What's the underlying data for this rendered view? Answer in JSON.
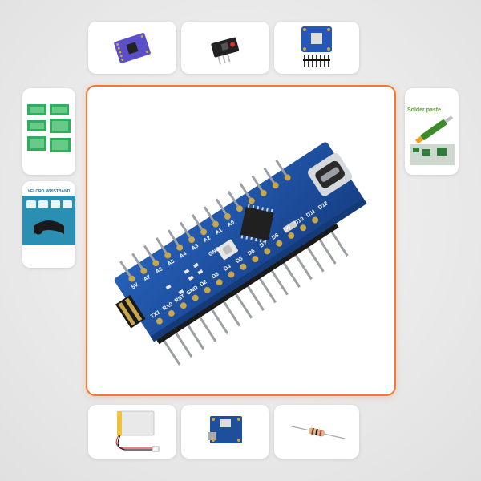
{
  "gallery": {
    "main_image": {
      "pin_labels": [
        "TX1",
        "RX0",
        "RST",
        "GND",
        "D2",
        "D3",
        "D4",
        "D5",
        "D6",
        "D7",
        "D8",
        "D9",
        "D10",
        "D11",
        "D12",
        "5V",
        "A7",
        "A6",
        "A5",
        "A4",
        "A3",
        "A2",
        "A1",
        "A0",
        "GND"
      ]
    },
    "thumbnails": {
      "velcro_wristband": {
        "title": "VELCRO WRISTBAND"
      },
      "solder_paste": {
        "title": "Solder paste"
      }
    }
  },
  "colors": {
    "selected_border": "#f07a32",
    "pcb_blue": "#1d4f9c",
    "pcb_dark": "#143a78",
    "header_black": "#1a1a1a",
    "chip_black": "#202020",
    "gold": "#c9a64a",
    "green_pcb": "#2fae5c",
    "wristband_teal": "#2a8fb3"
  }
}
